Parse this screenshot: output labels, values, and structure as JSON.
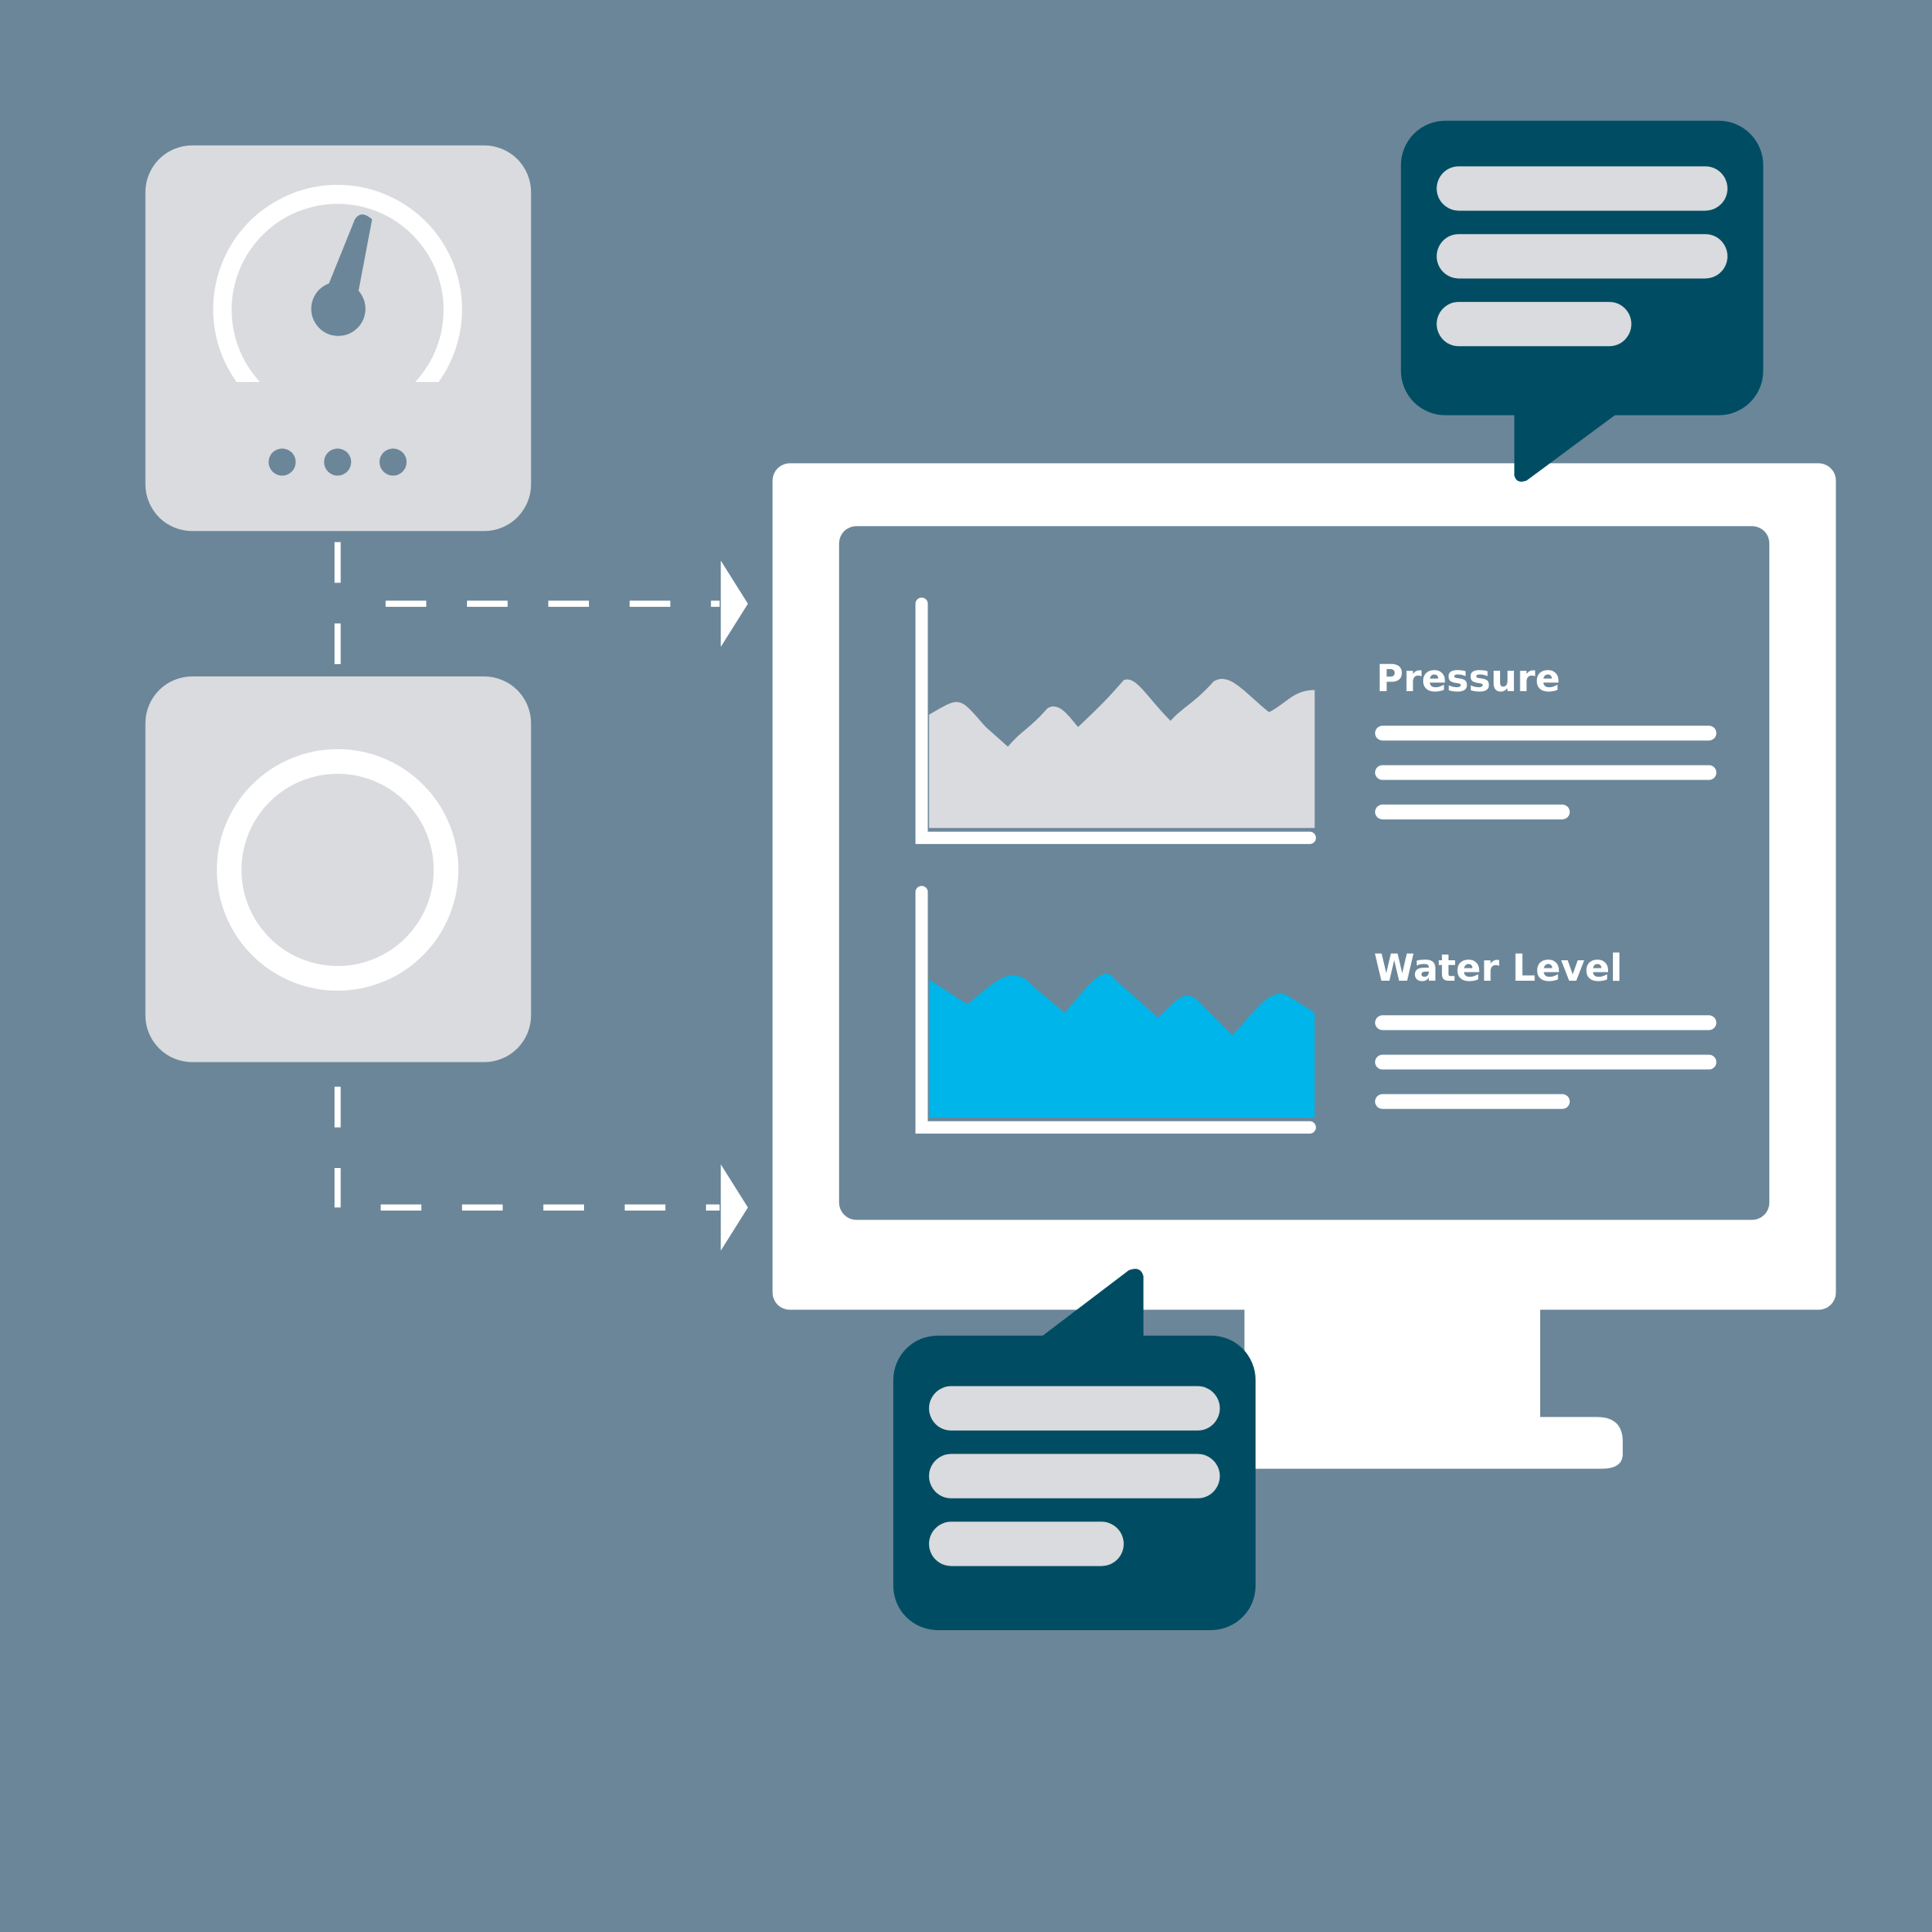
{
  "colors": {
    "background": "#6b8699",
    "panel": "#d9dbde",
    "bubble": "#004d63",
    "pressure_fill": "#d9dbde",
    "water_fill": "#00b5e9",
    "white": "#ffffff"
  },
  "devices": [
    {
      "name": "pressure-gauge-device",
      "icon": "gauge-icon"
    },
    {
      "name": "water-level-sensor-device",
      "icon": "ring-icon"
    }
  ],
  "monitor": {
    "charts": [
      {
        "label": "Pressure",
        "icon": "area-chart-icon"
      },
      {
        "label": "Water Level",
        "icon": "area-chart-icon"
      }
    ]
  },
  "bubbles": [
    {
      "name": "message-bubble-top",
      "icon": "chat-bubble-icon"
    },
    {
      "name": "message-bubble-bottom",
      "icon": "chat-bubble-icon"
    }
  ]
}
